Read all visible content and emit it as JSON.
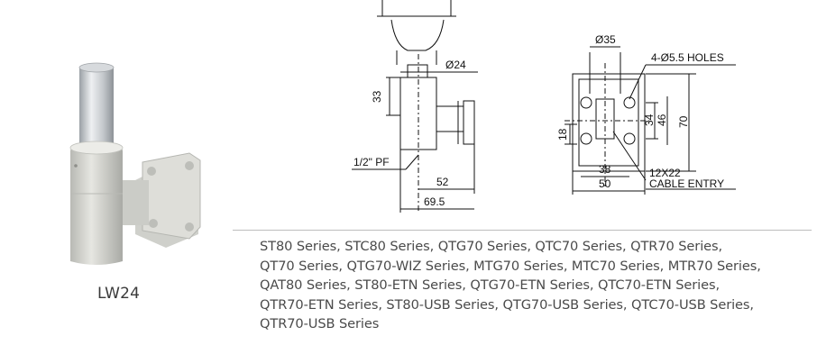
{
  "product": {
    "model": "LW24",
    "image_icon": "wall-mount-bracket-photo"
  },
  "drawing": {
    "side_view": {
      "dim_diameter": "Ø24",
      "dim_height": "33",
      "dim_thread": "1/2\" PF",
      "dim_52": "52",
      "dim_69_5": "69.5"
    },
    "front_view": {
      "dim_diameter": "Ø35",
      "holes_label": "4-Ø5.5 HOLES",
      "dim_34": "34",
      "dim_46": "46",
      "dim_70": "70",
      "dim_18": "18",
      "dim_38": "38",
      "dim_50": "50",
      "entry_size": "12X22",
      "entry_label": "CABLE ENTRY"
    }
  },
  "compatibility": {
    "lines": [
      "ST80 Series, STC80 Series, QTG70 Series, QTC70 Series, QTR70 Series,",
      "QT70 Series, QTG70-WIZ Series, MTG70 Series, MTC70 Series, MTR70 Series,",
      "QAT80 Series, ST80-ETN Series, QTG70-ETN Series, QTC70-ETN Series,",
      "QTR70-ETN Series, ST80-USB Series, QTG70-USB Series, QTC70-USB Series,",
      "QTR70-USB Series"
    ]
  }
}
